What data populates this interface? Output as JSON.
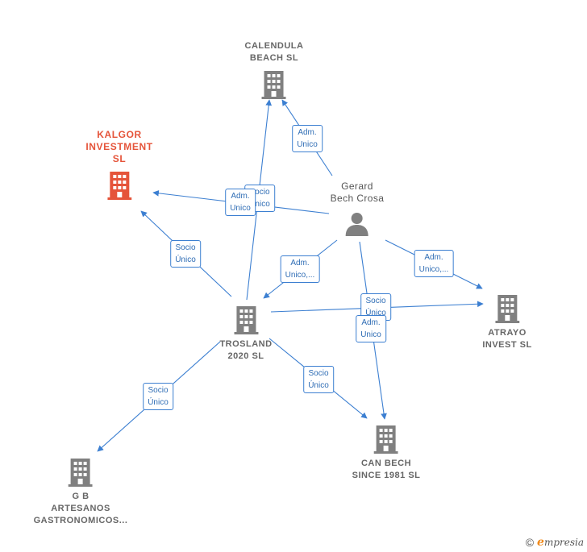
{
  "colors": {
    "edge": "#3c7fd1",
    "building": "#808080",
    "main": "#e5543a",
    "person": "#808080"
  },
  "nodes": [
    {
      "id": "calendula",
      "label": "CALENDULA\nBEACH  SL",
      "kind": "company"
    },
    {
      "id": "kalgor",
      "label": "KALGOR\nINVESTMENT\nSL",
      "kind": "main"
    },
    {
      "id": "gerard",
      "label": "Gerard\nBech Crosa",
      "kind": "person"
    },
    {
      "id": "trosland",
      "label": "TROSLAND\n2020  SL",
      "kind": "company"
    },
    {
      "id": "atrayo",
      "label": "ATRAYO\nINVEST SL",
      "kind": "company"
    },
    {
      "id": "canbech",
      "label": "CAN BECH\nSINCE 1981  SL",
      "kind": "company"
    },
    {
      "id": "gb",
      "label": "G B\nARTESANOS\nGASTRONOMICOS...",
      "kind": "company"
    }
  ],
  "edges": [
    {
      "id": "e1",
      "label": "Adm.\nUnico"
    },
    {
      "id": "e2",
      "label": "Socio\nÚnico"
    },
    {
      "id": "e3",
      "label": "Adm.\nUnico"
    },
    {
      "id": "e4",
      "label": "Socio\nÚnico"
    },
    {
      "id": "e5",
      "label": "Adm.\nUnico,..."
    },
    {
      "id": "e6",
      "label": "Adm.\nUnico,..."
    },
    {
      "id": "e7",
      "label": "Socio\nÚnico"
    },
    {
      "id": "e8",
      "label": "Adm.\nUnico"
    },
    {
      "id": "e9",
      "label": "Socio\nÚnico"
    },
    {
      "id": "e10",
      "label": "Socio\nÚnico"
    }
  ],
  "footer": {
    "copyright": "©",
    "brand_initial": "e",
    "brand_rest": "mpresia"
  }
}
